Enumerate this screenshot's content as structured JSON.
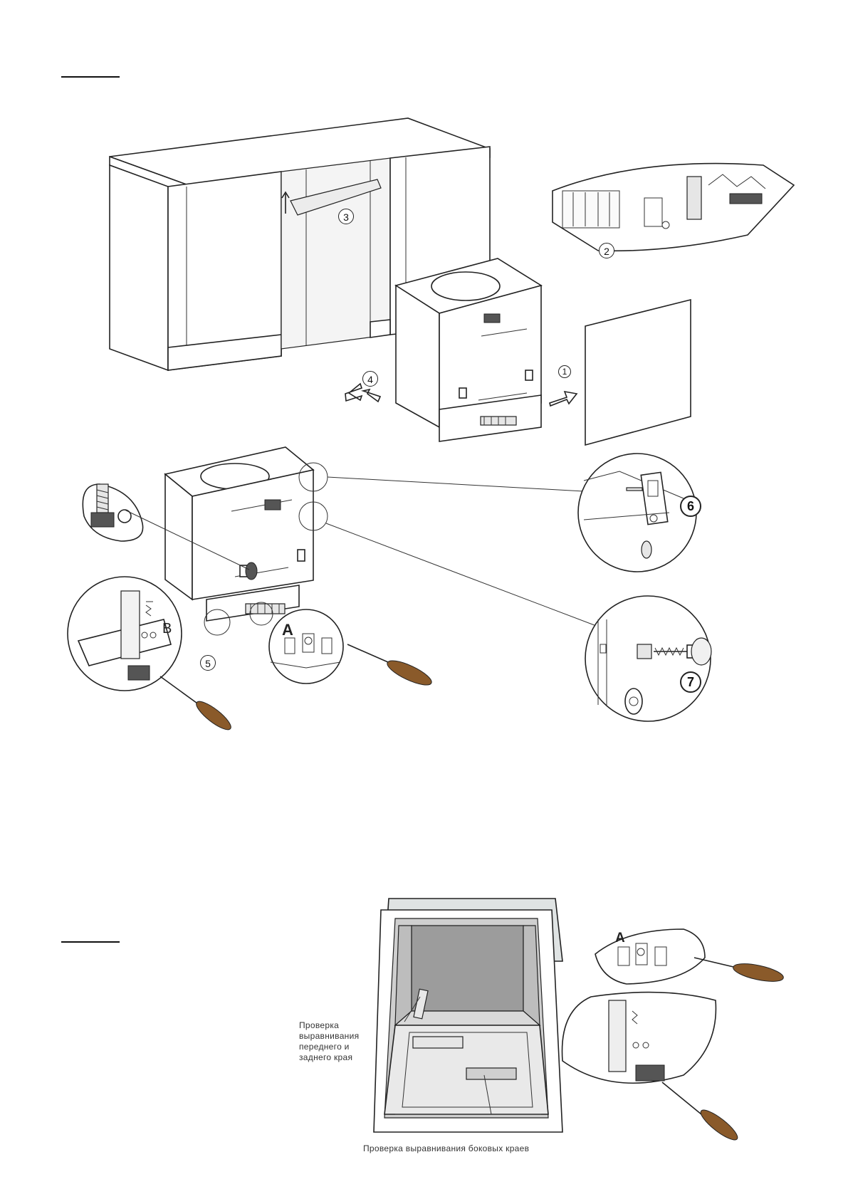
{
  "steps": {
    "s1": "1",
    "s2": "2",
    "s3": "3",
    "s4": "4",
    "s5": "5",
    "s6": "6",
    "s7": "7"
  },
  "labels": {
    "letter_a": "A",
    "letter_b": "B",
    "letter_a2": "A"
  },
  "captions": {
    "front_back_check": [
      "Проверка",
      "выравнивания",
      "переднего и",
      "заднего края"
    ],
    "side_check": "Проверка выравнивания боковых краев"
  },
  "icons": {
    "arrows": "hollow-arrow-icon",
    "screwdriver": "screwdriver-icon",
    "adjuster": "adjustment-screw-icon"
  }
}
